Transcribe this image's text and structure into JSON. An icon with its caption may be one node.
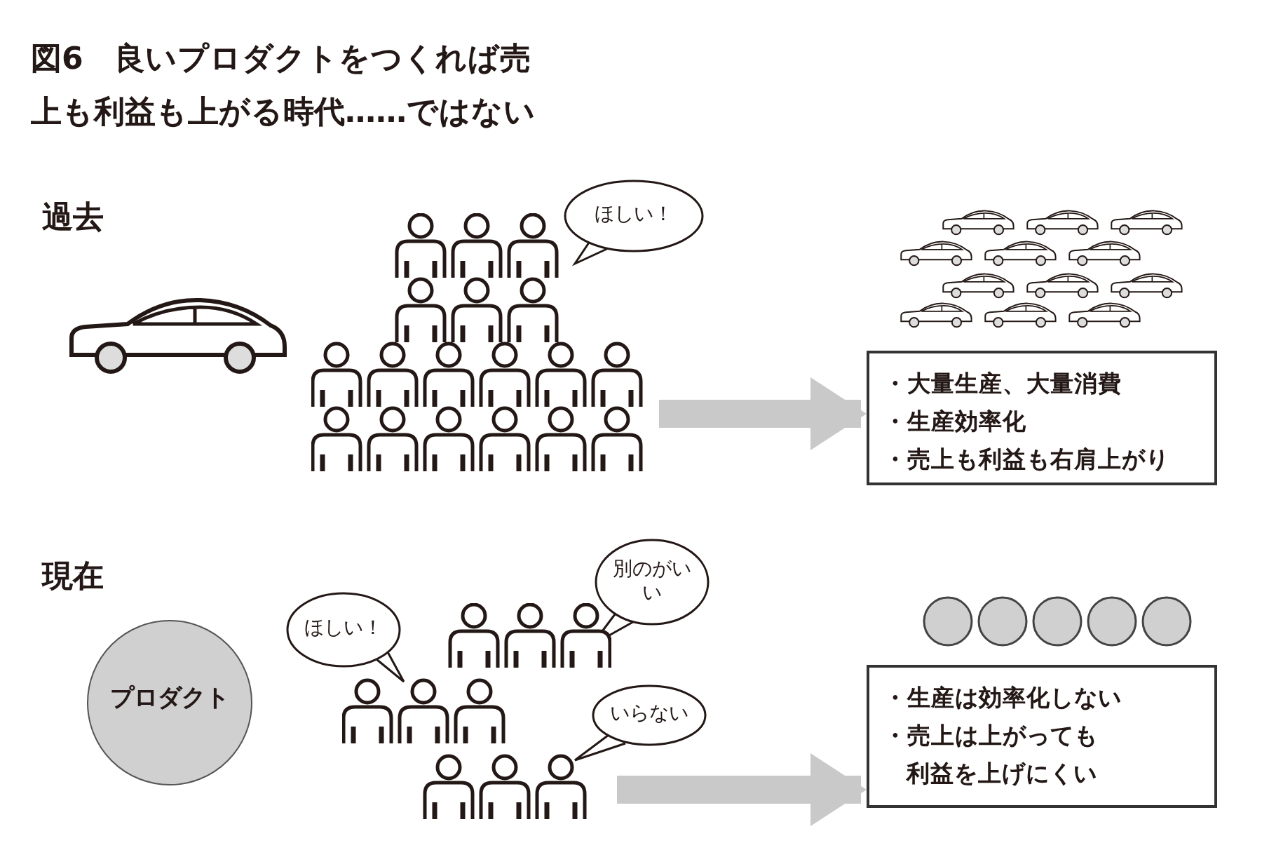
{
  "diagram": {
    "title": "図6　良いプロダクトをつくれば売上も利益も上がる時代……ではない",
    "nodes": [
      {
        "text": [],
        "shape": "person"
      },
      {
        "text": [
          "ほしい！"
        ]
      },
      {
        "text": [
          "・大量生産、大量消費",
          "・生産効率化",
          "・売上も利益も右肩上がり"
        ]
      },
      {
        "text": [
          "プロダクト"
        ]
      },
      {
        "text": [
          "ほしい！"
        ]
      },
      {
        "text": [
          "別のがいい"
        ]
      },
      {
        "text": [
          "いらない"
        ]
      },
      {
        "text": [],
        "shape": "person"
      },
      {
        "text": [
          "・生産は効率化しない",
          "・売上は上がっても利益を上げにくい"
        ]
      }
    ],
    "edges": [
      {
        "from": 0,
        "to": 2,
        "arrow": "to"
      },
      {
        "from": 7,
        "to": 8,
        "arrow": "to"
      }
    ],
    "labels": [
      "過去",
      "現在"
    ]
  }
}
